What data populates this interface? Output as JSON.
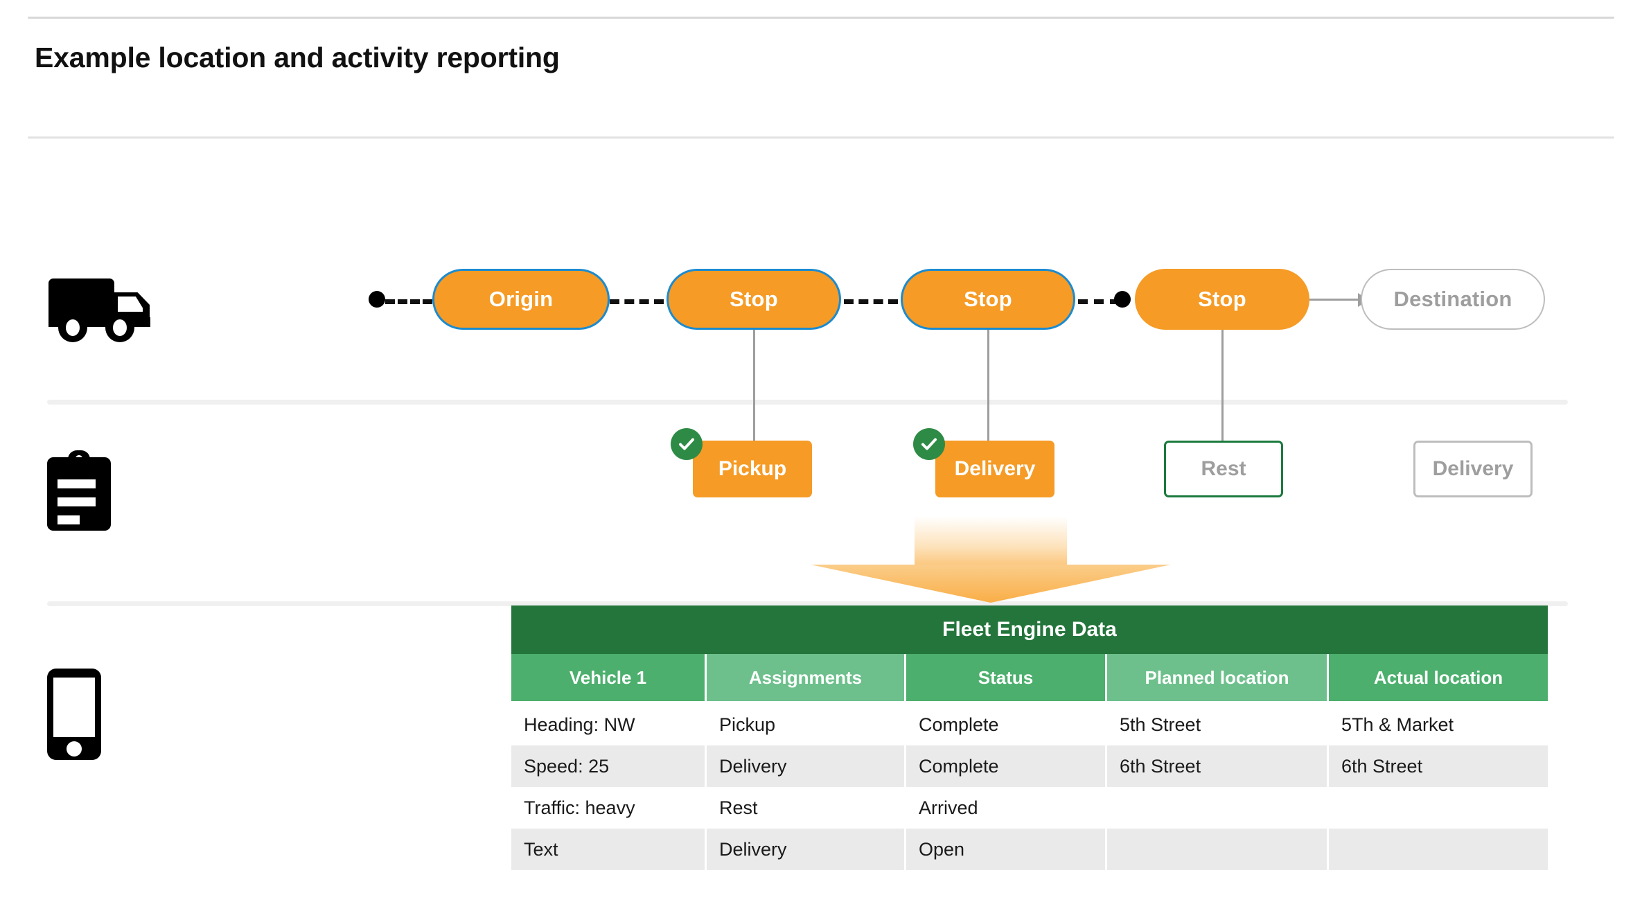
{
  "header": {
    "title": "Example location and activity reporting"
  },
  "rails": {
    "vehicle_icon": "truck-icon",
    "activity_icon": "clipboard-icon",
    "device_icon": "mobile-phone-icon"
  },
  "route": {
    "nodes": [
      {
        "label": "Origin",
        "style": "filled-bordered"
      },
      {
        "label": "Stop",
        "style": "filled-bordered"
      },
      {
        "label": "Stop",
        "style": "filled-bordered"
      },
      {
        "label": "Stop",
        "style": "filled"
      },
      {
        "label": "Destination",
        "style": "ghost"
      }
    ]
  },
  "activities": [
    {
      "label": "Pickup",
      "style": "filled",
      "completed": true
    },
    {
      "label": "Delivery",
      "style": "filled",
      "completed": true
    },
    {
      "label": "Rest",
      "style": "outline-green",
      "completed": false
    },
    {
      "label": "Delivery",
      "style": "outline-gray",
      "completed": false
    }
  ],
  "table": {
    "title": "Fleet Engine Data",
    "columns": [
      "Vehicle 1",
      "Assignments",
      "Status",
      "Planned location",
      "Actual location"
    ],
    "rows": [
      [
        "Heading: NW",
        "Pickup",
        "Complete",
        "5th Street",
        "5Th & Market"
      ],
      [
        "Speed: 25",
        "Delivery",
        "Complete",
        "6th Street",
        "6th Street"
      ],
      [
        "Traffic: heavy",
        "Rest",
        "Arrived",
        "",
        ""
      ],
      [
        "Text",
        "Delivery",
        "Open",
        "",
        ""
      ]
    ]
  },
  "colors": {
    "accent_orange": "#F59B26",
    "route_border_blue": "#1B8BD0",
    "table_title_green": "#24753C",
    "header_green_dark": "#4CAF6D",
    "header_green_light": "#6DC08C",
    "complete_green": "#2E8B46",
    "muted_gray": "#9e9e9e"
  }
}
